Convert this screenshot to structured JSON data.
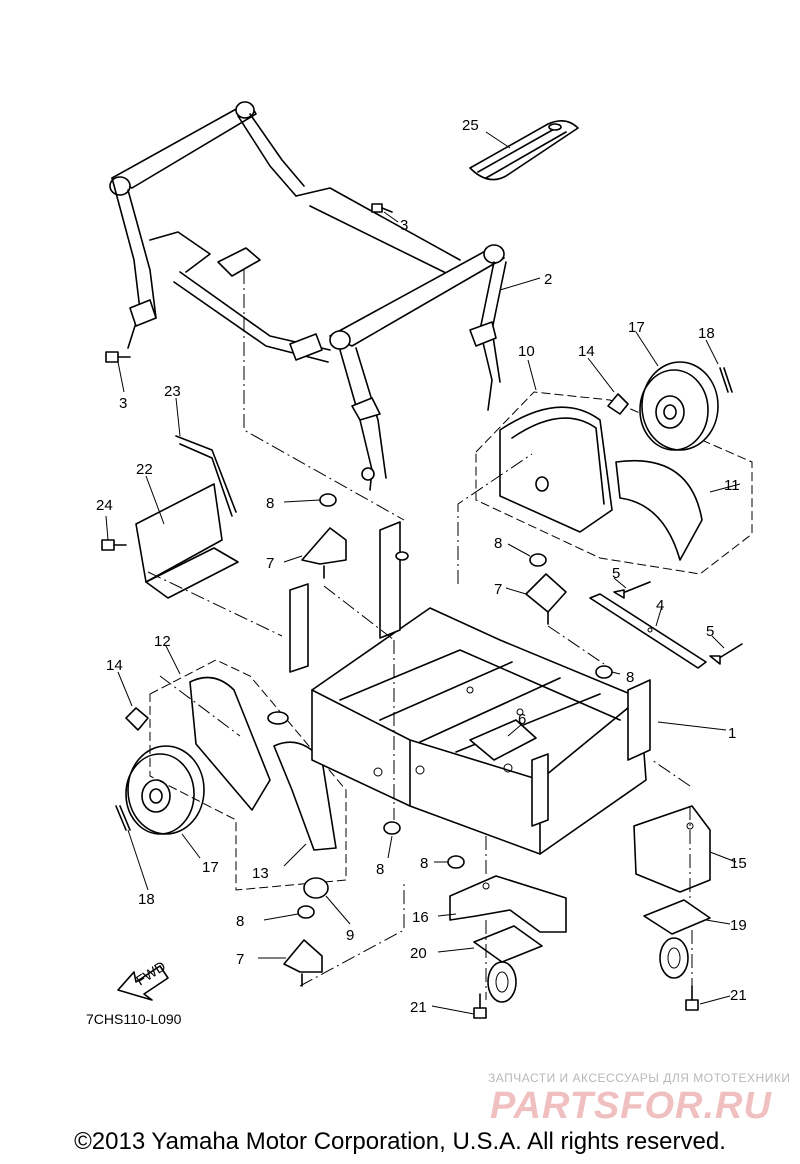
{
  "drawing_code": "7CHS110-L090",
  "fwd_label": "FWD",
  "copyright": "©2013 Yamaha Motor Corporation, U.S.A. All rights reserved.",
  "watermark": {
    "tagline": "ЗАПЧАСТИ И АКСЕССУАРЫ ДЛЯ МОТОТЕХНИКИ",
    "brand": "PARTSFOR.RU"
  },
  "callouts": [
    {
      "id": "c25",
      "label": "25"
    },
    {
      "id": "c3a",
      "label": "3"
    },
    {
      "id": "c2",
      "label": "2"
    },
    {
      "id": "c3b",
      "label": "3"
    },
    {
      "id": "c17a",
      "label": "17"
    },
    {
      "id": "c18a",
      "label": "18"
    },
    {
      "id": "c10",
      "label": "10"
    },
    {
      "id": "c14a",
      "label": "14"
    },
    {
      "id": "c23",
      "label": "23"
    },
    {
      "id": "c22",
      "label": "22"
    },
    {
      "id": "c11",
      "label": "11"
    },
    {
      "id": "c8a",
      "label": "8"
    },
    {
      "id": "c24",
      "label": "24"
    },
    {
      "id": "c7a",
      "label": "7"
    },
    {
      "id": "c8b",
      "label": "8"
    },
    {
      "id": "c7b",
      "label": "7"
    },
    {
      "id": "c5a",
      "label": "5"
    },
    {
      "id": "c4",
      "label": "4"
    },
    {
      "id": "c5b",
      "label": "5"
    },
    {
      "id": "c12",
      "label": "12"
    },
    {
      "id": "c8c",
      "label": "8"
    },
    {
      "id": "c14b",
      "label": "14"
    },
    {
      "id": "c6",
      "label": "6"
    },
    {
      "id": "c1",
      "label": "1"
    },
    {
      "id": "c8d",
      "label": "8"
    },
    {
      "id": "c17b",
      "label": "17"
    },
    {
      "id": "c13",
      "label": "13"
    },
    {
      "id": "c8e",
      "label": "8"
    },
    {
      "id": "c15",
      "label": "15"
    },
    {
      "id": "c18b",
      "label": "18"
    },
    {
      "id": "c16",
      "label": "16"
    },
    {
      "id": "c8f",
      "label": "8"
    },
    {
      "id": "c9",
      "label": "9"
    },
    {
      "id": "c19",
      "label": "19"
    },
    {
      "id": "c7c",
      "label": "7"
    },
    {
      "id": "c20",
      "label": "20"
    },
    {
      "id": "c21a",
      "label": "21"
    },
    {
      "id": "c21b",
      "label": "21"
    }
  ]
}
